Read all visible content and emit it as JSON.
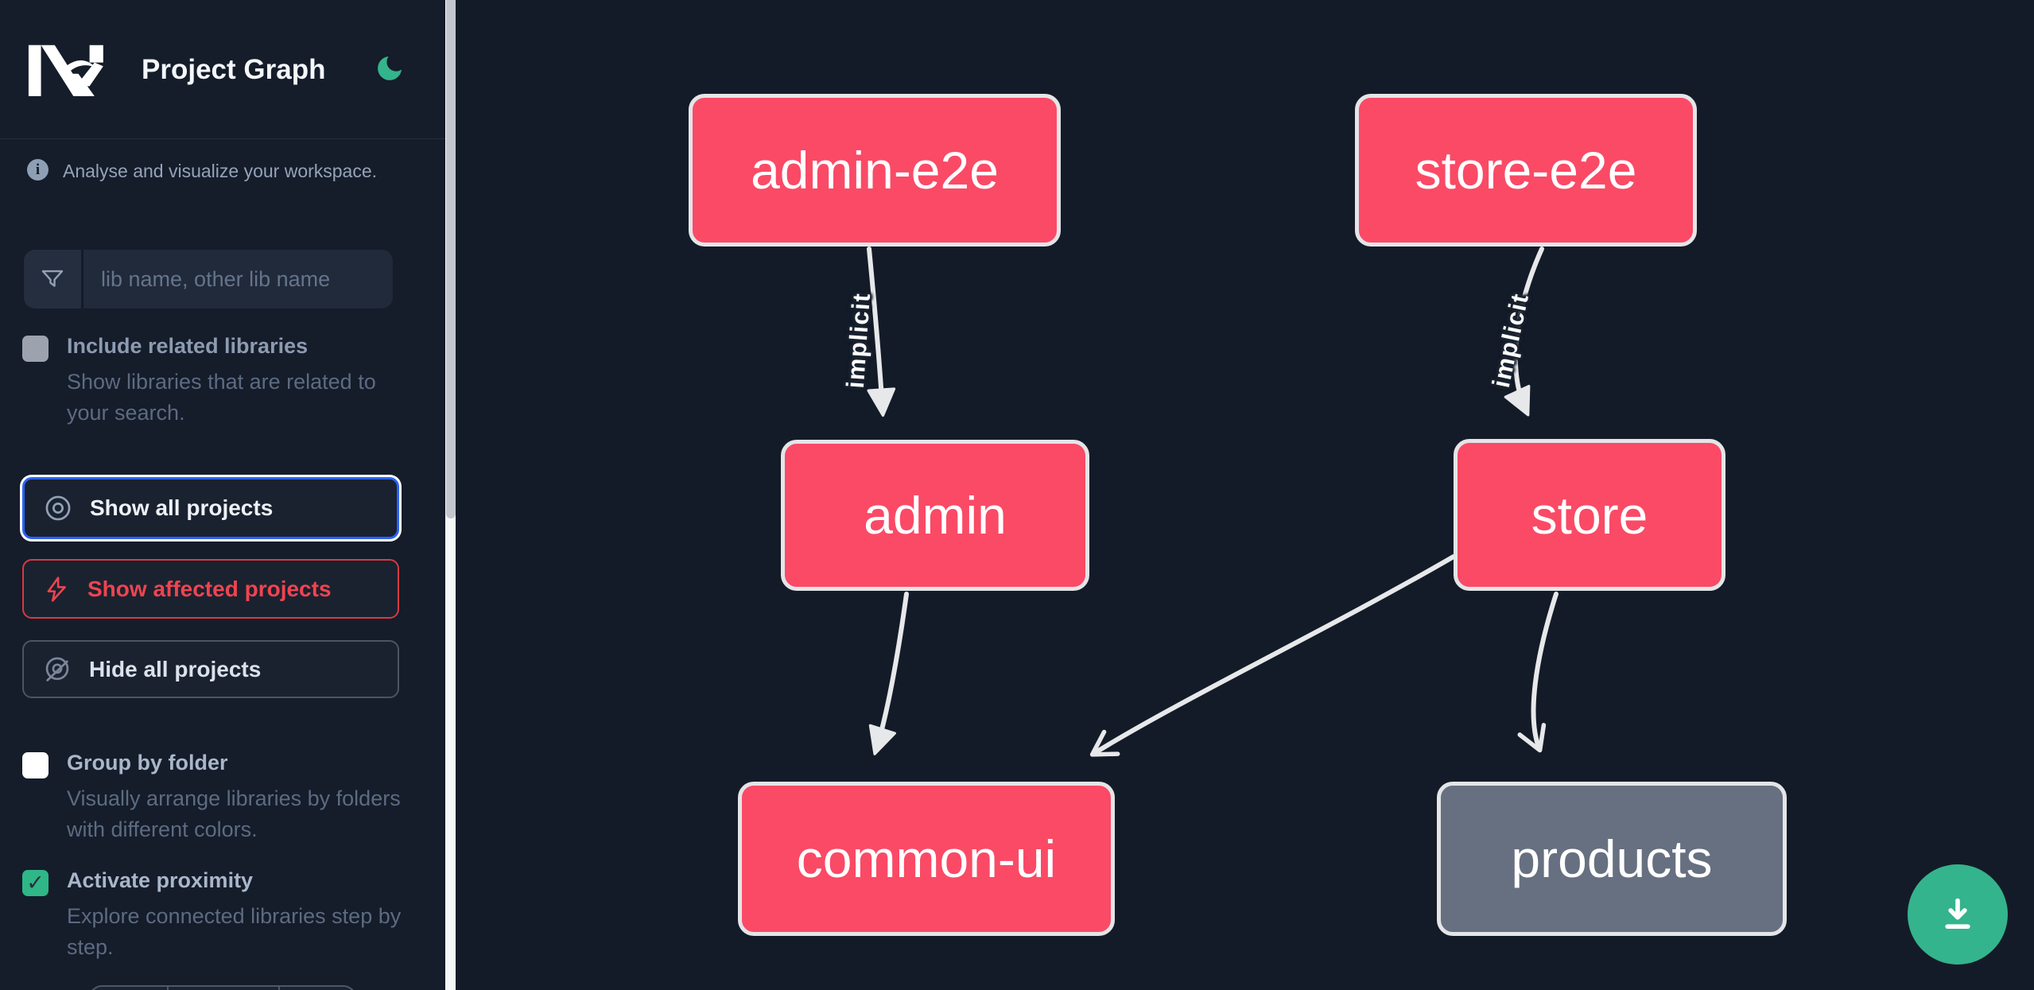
{
  "header": {
    "title": "Project Graph"
  },
  "theme": {
    "accent_green": "#34b48c",
    "mode_icon": "moon-icon"
  },
  "sidebar": {
    "tagline": "Analyse and visualize your workspace.",
    "search": {
      "placeholder": "lib name, other lib name",
      "icon": "filter-funnel-icon"
    },
    "include_related": {
      "label": "Include related libraries",
      "description": "Show libraries that are related to your search.",
      "checked": false
    },
    "actions": {
      "show_all": {
        "label": "Show all projects",
        "icon": "eye-icon",
        "focused": true
      },
      "show_affected": {
        "label": "Show affected projects",
        "icon": "bolt-icon",
        "color": "#ef4444"
      },
      "hide_all": {
        "label": "Hide all projects",
        "icon": "eye-off-icon"
      }
    },
    "group_by_folder": {
      "label": "Group by folder",
      "description": "Visually arrange libraries by folders with different colors.",
      "checked": false
    },
    "activate_proximity": {
      "label": "Activate proximity",
      "description": "Explore connected libraries step by step.",
      "checked": true
    }
  },
  "graph": {
    "nodes": [
      {
        "id": "admin-e2e",
        "label": "admin-e2e",
        "color": "#fa4a66"
      },
      {
        "id": "store-e2e",
        "label": "store-e2e",
        "color": "#fa4a66"
      },
      {
        "id": "admin",
        "label": "admin",
        "color": "#fa4a66"
      },
      {
        "id": "store",
        "label": "store",
        "color": "#fa4a66"
      },
      {
        "id": "common-ui",
        "label": "common-ui",
        "color": "#fa4a66"
      },
      {
        "id": "products",
        "label": "products",
        "color": "#667080"
      }
    ],
    "edges": [
      {
        "source": "admin-e2e",
        "target": "admin",
        "label": "implicit"
      },
      {
        "source": "store-e2e",
        "target": "store",
        "label": "implicit"
      },
      {
        "source": "admin",
        "target": "common-ui",
        "label": ""
      },
      {
        "source": "store",
        "target": "common-ui",
        "label": ""
      },
      {
        "source": "store",
        "target": "products",
        "label": ""
      }
    ]
  },
  "fab": {
    "icon": "download-icon"
  }
}
